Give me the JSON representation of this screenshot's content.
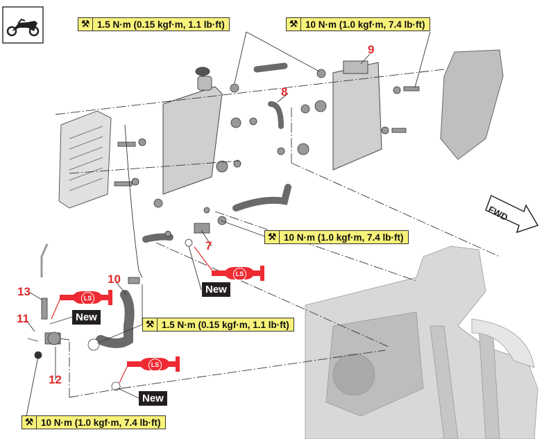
{
  "torque_specs": [
    "1.5 N·m (0.15 kgf·m, 1.1 lb·ft)",
    "10 N·m (1.0 kgf·m, 7.4 lb·ft)",
    "10 N·m (1.0 kgf·m, 7.4 lb·ft)",
    "1.5 N·m (0.15 kgf·m, 1.1 lb·ft)",
    "10 N·m (1.0 kgf·m, 7.4 lb·ft)"
  ],
  "part_numbers": [
    "7",
    "8",
    "9",
    "10",
    "11",
    "12",
    "13"
  ],
  "new_label": "New",
  "lubricant_label": "LS",
  "direction_label": "FWD",
  "icons": {
    "vehicle": "motorcycle-icon",
    "torque": "torque-wrench-icon",
    "lubricant": "grease-gun-icon"
  },
  "colors": {
    "torque_bg": "#f7f27a",
    "callout": "#e02a2a",
    "lubricant": "#ee2a33"
  }
}
